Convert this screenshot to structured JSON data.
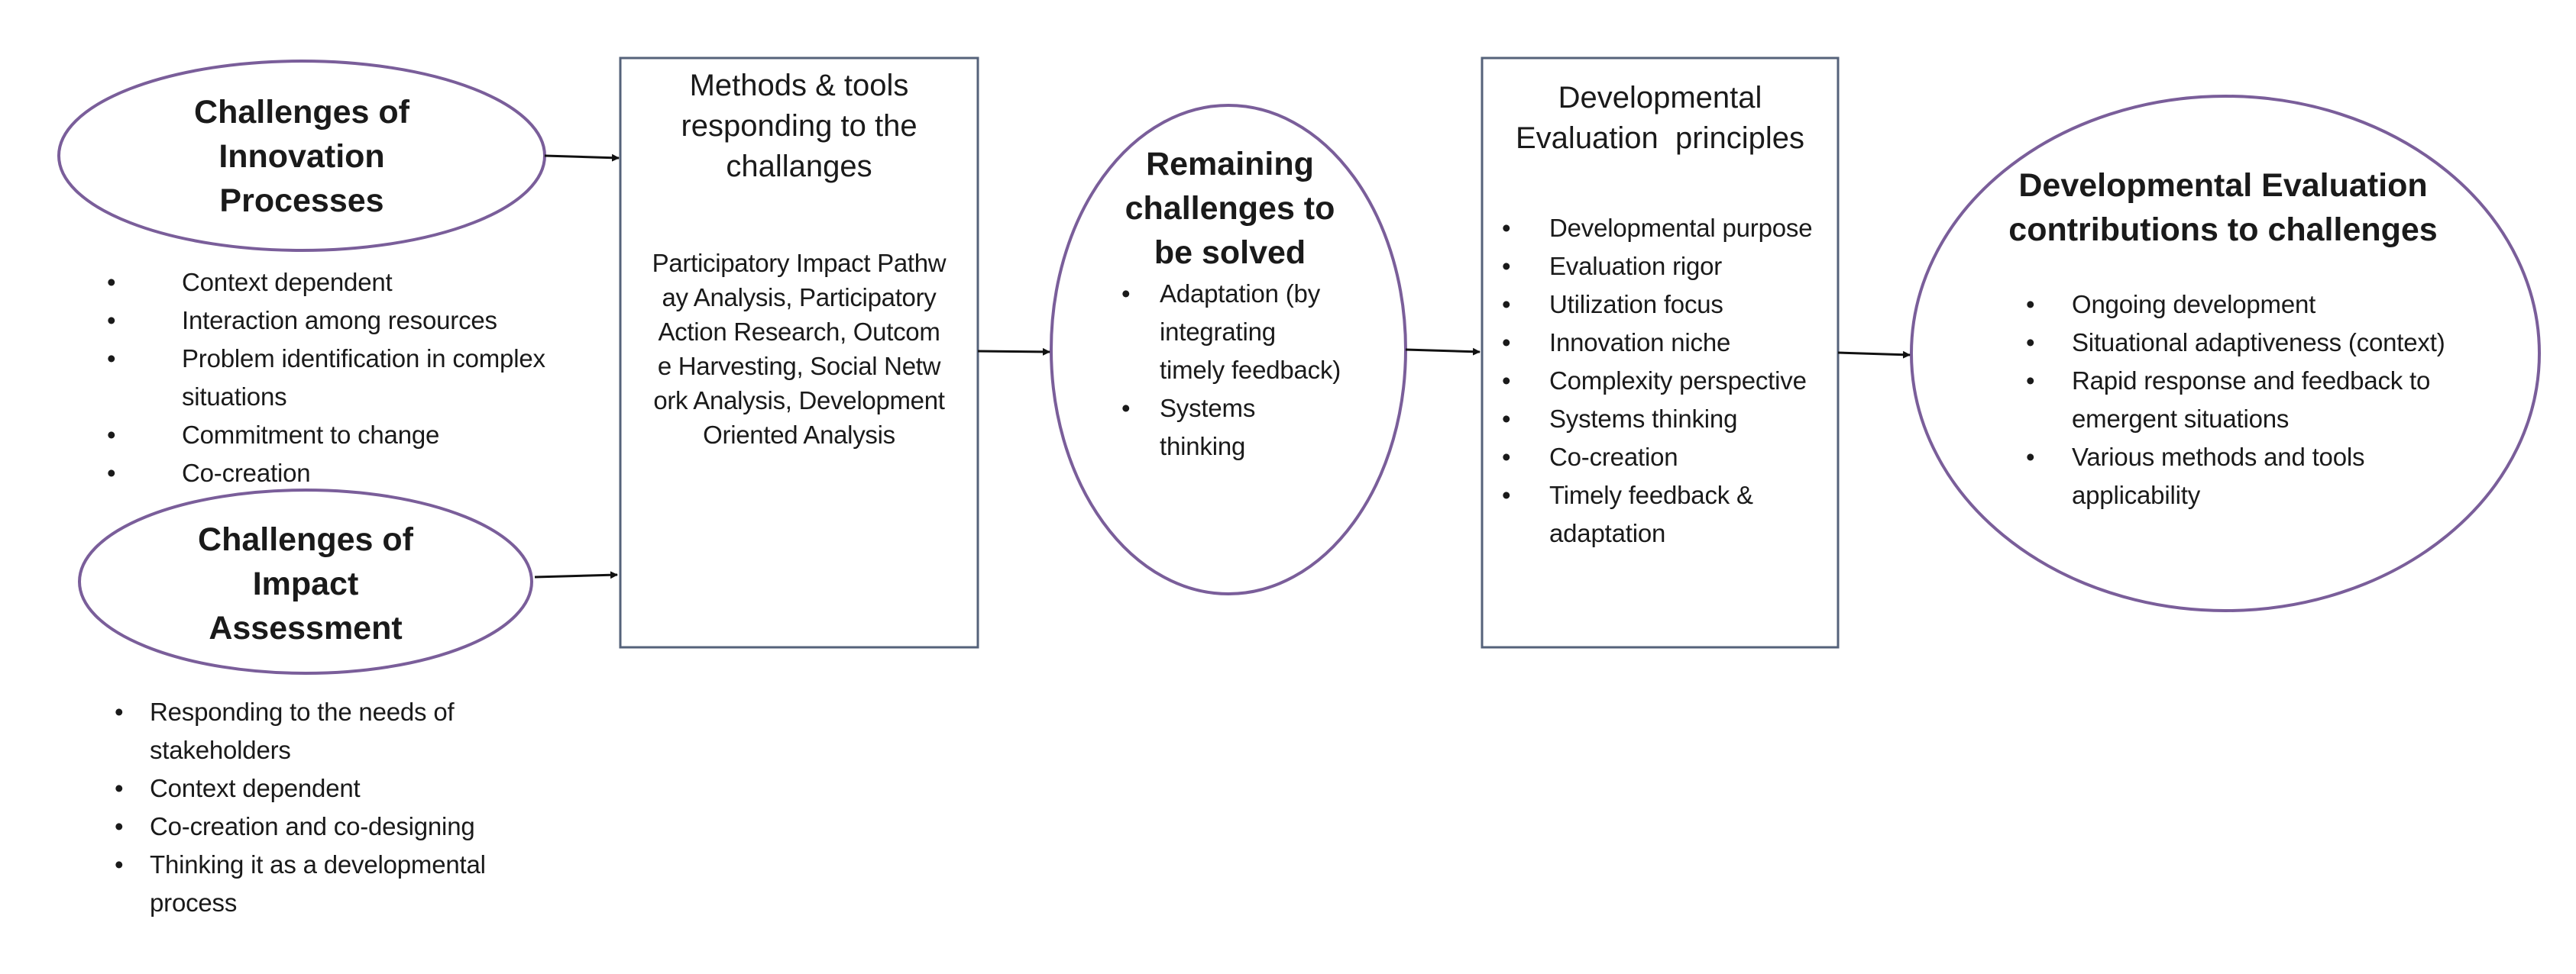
{
  "challenges_innovation": {
    "title": [
      "Challenges of",
      "Innovation",
      "Processes"
    ],
    "items": [
      "Context dependent",
      "Interaction among resources",
      "Problem identification in complex situations",
      "Commitment to change",
      "Co-creation"
    ]
  },
  "challenges_impact": {
    "title": [
      "Challenges of",
      "Impact",
      "Assessment"
    ],
    "items": [
      "Responding to the needs of stakeholders",
      "Context dependent",
      "Co-creation and co-designing",
      "Thinking it as a developmental process"
    ]
  },
  "methods_tools": {
    "title": [
      "Methods & tools",
      "responding to the",
      "challanges"
    ],
    "body": [
      "Participatory Impact Pathw",
      "ay Analysis, Participatory",
      "Action Research, Outcom",
      "e Harvesting, Social Netw",
      "ork Analysis, Development",
      "Oriented Analysis"
    ]
  },
  "remaining_challenges": {
    "title": [
      "Remaining",
      "challenges to",
      "be solved"
    ],
    "items": [
      "Adaptation (by integrating timely feedback)",
      "Systems thinking"
    ]
  },
  "de_principles": {
    "title": [
      "Developmental",
      "Evaluation  principles"
    ],
    "items": [
      "Developmental purpose",
      "Evaluation rigor",
      "Utilization focus",
      "Innovation niche",
      "Complexity perspective",
      "Systems thinking",
      "Co-creation",
      "Timely feedback & adaptation"
    ]
  },
  "de_contributions": {
    "title": [
      "Developmental Evaluation",
      "contributions to challenges"
    ],
    "items": [
      "Ongoing development",
      "Situational adaptiveness (context)",
      "Rapid response and feedback to emergent situations",
      "Various methods and tools applicability"
    ]
  },
  "colors": {
    "ellipse_stroke": "#7a5e9a",
    "box_stroke": "#55627a",
    "arrow": "#111111",
    "text": "#1a1a1a"
  },
  "bullet_char": "•"
}
